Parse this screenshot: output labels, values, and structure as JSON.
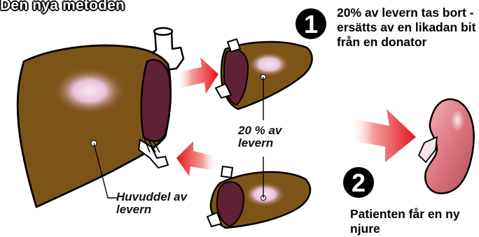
{
  "title": "Den  nya metoden",
  "steps": [
    {
      "number": "1",
      "text": "20% av levern tas bort - ersätts av en likadan bit från en donator"
    },
    {
      "number": "2",
      "text": "Patienten får en ny njure"
    }
  ],
  "labels": {
    "segment": "20 % av levern",
    "main_part": "Huvuddel av levern"
  },
  "colors": {
    "liver": "#7d5418",
    "gallbladder": "#5e2136",
    "kidney": "#c96470",
    "arrow": "#e5202a",
    "highlight": "#efcfe4"
  }
}
